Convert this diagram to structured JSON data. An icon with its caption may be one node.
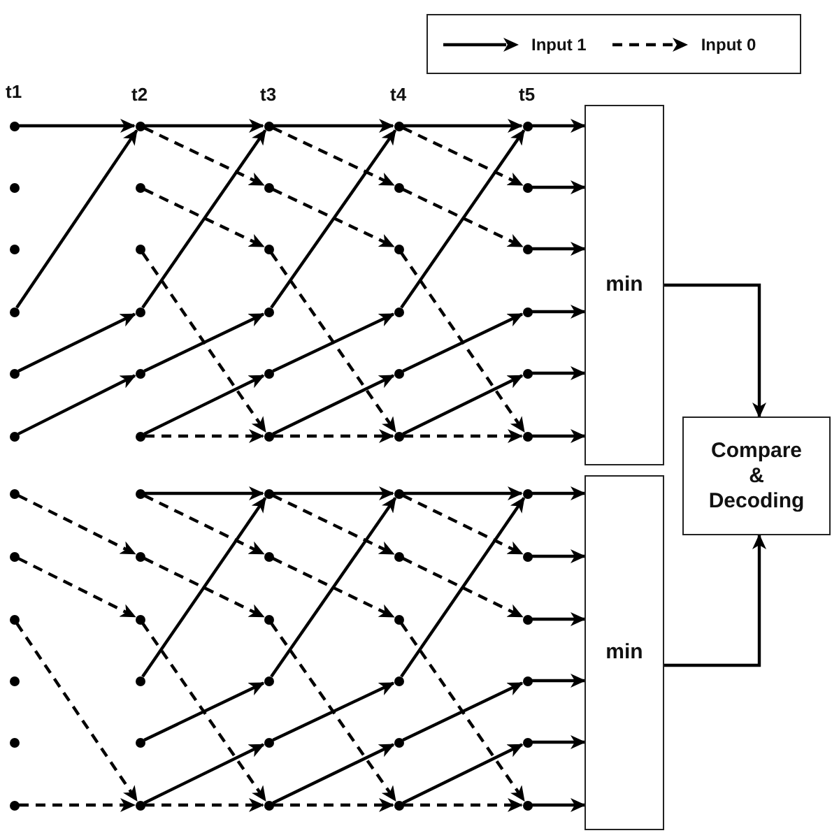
{
  "diagram": {
    "nodes": [
      {
        "text": [],
        "shape": "circle"
      },
      {
        "text": [],
        "shape": "circle"
      },
      {
        "text": [],
        "shape": "circle"
      },
      {
        "text": [],
        "shape": "circle"
      },
      {
        "text": [],
        "shape": "circle"
      },
      {
        "text": [],
        "shape": "circle"
      },
      {
        "text": [],
        "shape": "circle"
      },
      {
        "text": [],
        "shape": "circle"
      },
      {
        "text": [],
        "shape": "circle"
      },
      {
        "text": [],
        "shape": "circle"
      },
      {
        "text": [],
        "shape": "circle"
      },
      {
        "text": [],
        "shape": "circle"
      },
      {
        "text": [],
        "shape": "circle"
      },
      {
        "text": [],
        "shape": "circle"
      },
      {
        "text": [],
        "shape": "circle"
      },
      {
        "text": [],
        "shape": "circle"
      },
      {
        "text": [],
        "shape": "circle"
      },
      {
        "text": [],
        "shape": "circle"
      },
      {
        "text": [],
        "shape": "circle"
      },
      {
        "text": [],
        "shape": "circle"
      },
      {
        "text": [],
        "shape": "circle"
      },
      {
        "text": [],
        "shape": "circle"
      },
      {
        "text": [],
        "shape": "circle"
      },
      {
        "text": [],
        "shape": "circle"
      },
      {
        "text": [],
        "shape": "circle"
      },
      {
        "text": [],
        "shape": "circle"
      },
      {
        "text": [],
        "shape": "circle"
      },
      {
        "text": [],
        "shape": "circle"
      },
      {
        "text": [],
        "shape": "circle"
      },
      {
        "text": [],
        "shape": "circle"
      },
      {
        "text": [],
        "shape": "circle"
      },
      {
        "text": [],
        "shape": "circle"
      },
      {
        "text": [],
        "shape": "circle"
      },
      {
        "text": [],
        "shape": "circle"
      },
      {
        "text": [],
        "shape": "circle"
      },
      {
        "text": [],
        "shape": "circle"
      },
      {
        "text": [],
        "shape": "circle"
      },
      {
        "text": [],
        "shape": "circle"
      },
      {
        "text": [],
        "shape": "circle"
      },
      {
        "text": [],
        "shape": "circle"
      },
      {
        "text": [],
        "shape": "circle"
      },
      {
        "text": [],
        "shape": "circle"
      },
      {
        "text": [],
        "shape": "circle"
      },
      {
        "text": [],
        "shape": "circle"
      },
      {
        "text": [],
        "shape": "circle"
      },
      {
        "text": [],
        "shape": "circle"
      },
      {
        "text": [],
        "shape": "circle"
      },
      {
        "text": [],
        "shape": "circle"
      },
      {
        "text": [],
        "shape": "circle"
      },
      {
        "text": [],
        "shape": "circle"
      },
      {
        "text": [],
        "shape": "circle"
      },
      {
        "text": [],
        "shape": "circle"
      },
      {
        "text": [],
        "shape": "circle"
      },
      {
        "text": [],
        "shape": "circle"
      },
      {
        "text": [],
        "shape": "circle"
      },
      {
        "text": [],
        "shape": "circle"
      },
      {
        "text": [],
        "shape": "circle"
      },
      {
        "text": [],
        "shape": "circle"
      },
      {
        "text": [],
        "shape": "circle"
      },
      {
        "text": [],
        "shape": "circle"
      },
      {
        "text": [
          "min"
        ]
      },
      {
        "text": [
          "min"
        ]
      },
      {
        "text": [
          "Compare & Decoding"
        ]
      }
    ],
    "edges": [
      {
        "from": 0,
        "to": 1,
        "arrow": "to"
      },
      {
        "from": 15,
        "to": 1,
        "arrow": "to"
      },
      {
        "from": 20,
        "to": 16,
        "arrow": "to"
      },
      {
        "from": 25,
        "to": 21,
        "arrow": "to"
      },
      {
        "from": 1,
        "to": 2,
        "arrow": "to"
      },
      {
        "from": 1,
        "to": 7,
        "arrow": "to",
        "style": "dashed"
      },
      {
        "from": 6,
        "to": 12,
        "arrow": "to",
        "style": "dashed"
      },
      {
        "from": 11,
        "to": 27,
        "arrow": "to",
        "style": "dashed"
      },
      {
        "from": 16,
        "to": 2,
        "arrow": "to"
      },
      {
        "from": 21,
        "to": 17,
        "arrow": "to"
      },
      {
        "from": 26,
        "to": 22,
        "arrow": "to"
      },
      {
        "from": 26,
        "to": 27,
        "arrow": "to",
        "style": "dashed"
      },
      {
        "from": 2,
        "to": 3,
        "arrow": "to"
      },
      {
        "from": 2,
        "to": 8,
        "arrow": "to",
        "style": "dashed"
      },
      {
        "from": 7,
        "to": 13,
        "arrow": "to",
        "style": "dashed"
      },
      {
        "from": 12,
        "to": 28,
        "arrow": "to",
        "style": "dashed"
      },
      {
        "from": 17,
        "to": 3,
        "arrow": "to"
      },
      {
        "from": 22,
        "to": 18,
        "arrow": "to"
      },
      {
        "from": 27,
        "to": 23,
        "arrow": "to"
      },
      {
        "from": 27,
        "to": 28,
        "arrow": "to",
        "style": "dashed"
      },
      {
        "from": 3,
        "to": 4,
        "arrow": "to"
      },
      {
        "from": 3,
        "to": 9,
        "arrow": "to",
        "style": "dashed"
      },
      {
        "from": 8,
        "to": 14,
        "arrow": "to",
        "style": "dashed"
      },
      {
        "from": 13,
        "to": 29,
        "arrow": "to",
        "style": "dashed"
      },
      {
        "from": 18,
        "to": 4,
        "arrow": "to"
      },
      {
        "from": 23,
        "to": 19,
        "arrow": "to"
      },
      {
        "from": 28,
        "to": 24,
        "arrow": "to"
      },
      {
        "from": 28,
        "to": 29,
        "arrow": "to",
        "style": "dashed"
      },
      {
        "from": 4,
        "to": 60,
        "arrow": "to"
      },
      {
        "from": 9,
        "to": 60,
        "arrow": "to"
      },
      {
        "from": 14,
        "to": 60,
        "arrow": "to"
      },
      {
        "from": 19,
        "to": 60,
        "arrow": "to"
      },
      {
        "from": 24,
        "to": 60,
        "arrow": "to"
      },
      {
        "from": 29,
        "to": 60,
        "arrow": "to"
      },
      {
        "from": 30,
        "to": 36,
        "arrow": "to",
        "style": "dashed"
      },
      {
        "from": 35,
        "to": 41,
        "arrow": "to",
        "style": "dashed"
      },
      {
        "from": 40,
        "to": 56,
        "arrow": "to",
        "style": "dashed"
      },
      {
        "from": 55,
        "to": 56,
        "arrow": "to",
        "style": "dashed"
      },
      {
        "from": 31,
        "to": 32,
        "arrow": "to"
      },
      {
        "from": 31,
        "to": 37,
        "arrow": "to",
        "style": "dashed"
      },
      {
        "from": 36,
        "to": 42,
        "arrow": "to",
        "style": "dashed"
      },
      {
        "from": 41,
        "to": 57,
        "arrow": "to",
        "style": "dashed"
      },
      {
        "from": 46,
        "to": 32,
        "arrow": "to"
      },
      {
        "from": 51,
        "to": 47,
        "arrow": "to"
      },
      {
        "from": 56,
        "to": 52,
        "arrow": "to"
      },
      {
        "from": 56,
        "to": 57,
        "arrow": "to",
        "style": "dashed"
      },
      {
        "from": 32,
        "to": 33,
        "arrow": "to"
      },
      {
        "from": 32,
        "to": 38,
        "arrow": "to",
        "style": "dashed"
      },
      {
        "from": 37,
        "to": 43,
        "arrow": "to",
        "style": "dashed"
      },
      {
        "from": 42,
        "to": 58,
        "arrow": "to",
        "style": "dashed"
      },
      {
        "from": 47,
        "to": 33,
        "arrow": "to"
      },
      {
        "from": 52,
        "to": 48,
        "arrow": "to"
      },
      {
        "from": 57,
        "to": 53,
        "arrow": "to"
      },
      {
        "from": 57,
        "to": 58,
        "arrow": "to",
        "style": "dashed"
      },
      {
        "from": 33,
        "to": 34,
        "arrow": "to"
      },
      {
        "from": 33,
        "to": 39,
        "arrow": "to",
        "style": "dashed"
      },
      {
        "from": 38,
        "to": 44,
        "arrow": "to",
        "style": "dashed"
      },
      {
        "from": 43,
        "to": 59,
        "arrow": "to",
        "style": "dashed"
      },
      {
        "from": 48,
        "to": 34,
        "arrow": "to"
      },
      {
        "from": 53,
        "to": 49,
        "arrow": "to"
      },
      {
        "from": 58,
        "to": 54,
        "arrow": "to"
      },
      {
        "from": 58,
        "to": 59,
        "arrow": "to",
        "style": "dashed"
      },
      {
        "from": 34,
        "to": 61,
        "arrow": "to"
      },
      {
        "from": 39,
        "to": 61,
        "arrow": "to"
      },
      {
        "from": 44,
        "to": 61,
        "arrow": "to"
      },
      {
        "from": 49,
        "to": 61,
        "arrow": "to"
      },
      {
        "from": 54,
        "to": 61,
        "arrow": "to"
      },
      {
        "from": 59,
        "to": 61,
        "arrow": "to"
      },
      {
        "from": 60,
        "to": 62,
        "arrow": "to"
      },
      {
        "from": 61,
        "to": 62,
        "arrow": "to"
      }
    ],
    "labels": [
      "t1",
      "t2",
      "t3",
      "t4",
      "t5"
    ],
    "legend": [
      {
        "text": "Input 1"
      },
      {
        "text": "Input 0"
      }
    ]
  }
}
